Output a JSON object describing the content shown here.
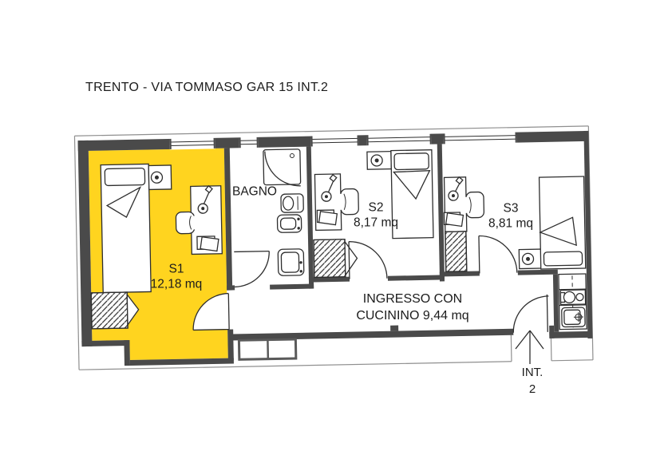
{
  "title": "TRENTO - VIA TOMMASO GAR 15 INT.2",
  "colors": {
    "highlight": "#FFD41F",
    "walls": "#4a4a4a",
    "furniture": "#2e2e2e",
    "outline": "#8f8f8f",
    "text": "#1c1c1c",
    "paper": "#ffffff"
  },
  "rooms": [
    {
      "id": "s1",
      "name": "S1",
      "area": "12,18 mq",
      "highlighted": true
    },
    {
      "id": "bagno",
      "name": "BAGNO",
      "area": "",
      "highlighted": false
    },
    {
      "id": "s2",
      "name": "S2",
      "area": "8,17 mq",
      "highlighted": false
    },
    {
      "id": "s3",
      "name": "S3",
      "area": "8,81 mq",
      "highlighted": false
    },
    {
      "id": "ingresso",
      "name": "INGRESSO CON",
      "area": "CUCININO 9,44 mq",
      "highlighted": false
    }
  ],
  "entrance": {
    "label_line1": "INT.",
    "label_line2": "2"
  }
}
